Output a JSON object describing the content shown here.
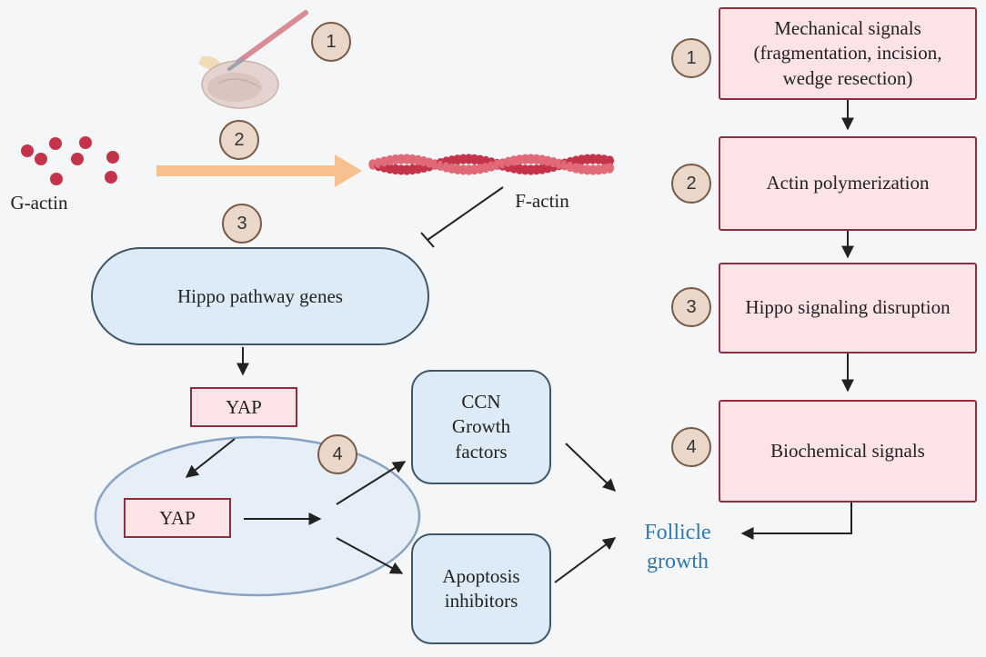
{
  "labels": {
    "g_actin": "G-actin",
    "f_actin": "F-actin",
    "hippo_genes": "Hippo pathway genes",
    "yap_outer": "YAP",
    "yap_inner": "YAP",
    "ccn": "CCN\nGrowth\nfactors",
    "apoptosis": "Apoptosis\ninhibitors",
    "follicle": "Follicle\ngrowth"
  },
  "steps": [
    {
      "num": "1",
      "text": "Mechanical signals\n(fragmentation, incision,\nwedge resection)"
    },
    {
      "num": "2",
      "text": "Actin polymerization"
    },
    {
      "num": "3",
      "text": "Hippo signaling disruption"
    },
    {
      "num": "4",
      "text": "Biochemical signals"
    }
  ],
  "diagram_badges": [
    "1",
    "2",
    "3",
    "4"
  ],
  "colors": {
    "step_fill": "#fbe3e8",
    "step_border": "#8e2f3f",
    "blue_fill": "#dcebf6",
    "blue_border": "#3e5568",
    "badge_fill": "#e9d7c9",
    "follicle_text": "#2f78b2",
    "actin": "#c5334a",
    "polymer_arrow": "#f7c08e"
  },
  "icons": [
    "scalpel-icon",
    "ovary-tissue-icon",
    "g-actin-monomer-icon",
    "f-actin-filament-icon"
  ]
}
